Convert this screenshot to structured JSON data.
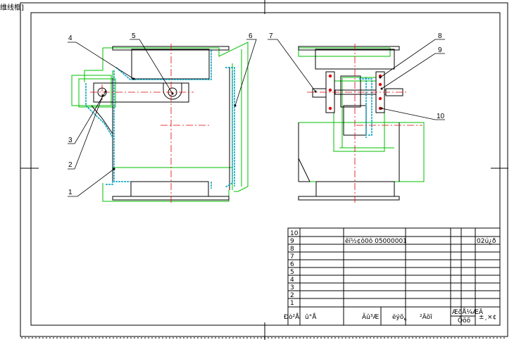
{
  "corner_label": "维线框]",
  "part_labels": [
    "1",
    "2",
    "3",
    "4",
    "5",
    "6",
    "7",
    "8",
    "9",
    "10"
  ],
  "table": {
    "row_numbers": [
      "10",
      "9",
      "8",
      "7",
      "6",
      "5",
      "4",
      "3",
      "2",
      "1"
    ],
    "row9_text": "êï½¢ô0ô 05000001",
    "row9_right": "02ú¿ð",
    "header": {
      "col1": "Ðò²Å",
      "col2": "û°Å",
      "col3": "Ãû³Æ",
      "col4": "ëýõ¿",
      "col5": "²Äõî",
      "col6_top": "ÆõÅ¼ÆÄ",
      "col6_bottom": "Ôõõ",
      "col7": "±¸×¢"
    }
  },
  "colors": {
    "outline": "#000000",
    "green": "#00c000",
    "cyan": "#00a0c0",
    "red": "#e00000"
  }
}
